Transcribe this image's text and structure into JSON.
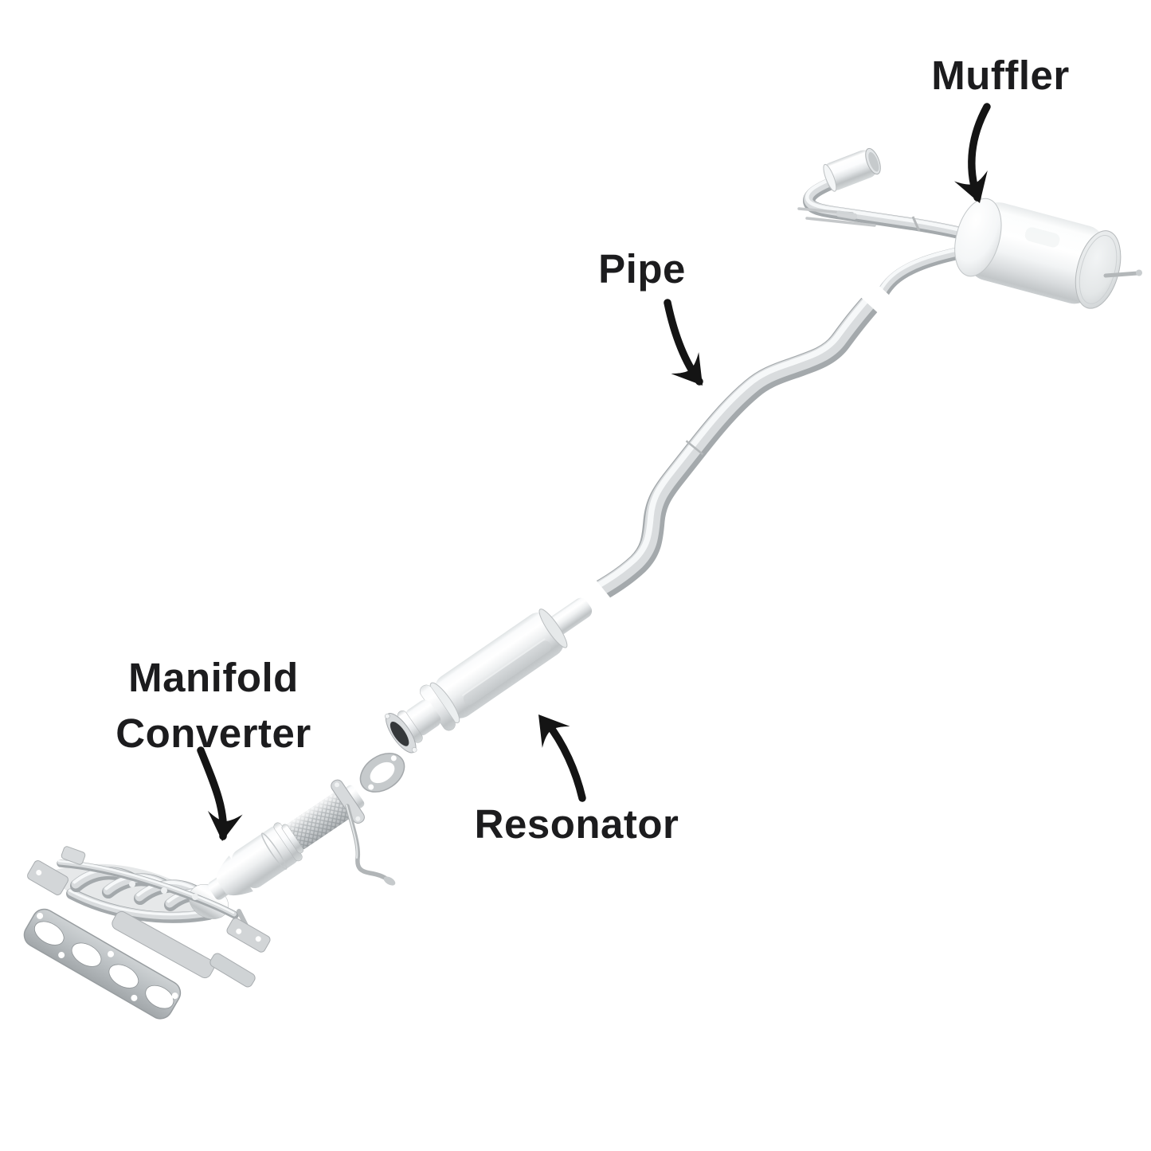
{
  "figure": {
    "type": "labeled-parts-diagram",
    "subject": "vehicle exhaust system",
    "callouts": [
      {
        "id": "muffler",
        "label": "Muffler"
      },
      {
        "id": "pipe",
        "label": "Pipe"
      },
      {
        "id": "manifold_converter",
        "line1": "Manifold",
        "line2": "Converter"
      },
      {
        "id": "resonator",
        "label": "Resonator"
      }
    ],
    "colors": {
      "background": "#ffffff",
      "label_text": "#1c1c1e",
      "arrow": "#141414",
      "metal_highlight": "#f6f8f9",
      "metal_mid": "#d9dcde",
      "metal_shadow": "#a4a9ac",
      "gasket": "#b9bec1",
      "pipe_opening_dark": "#35383a"
    }
  }
}
